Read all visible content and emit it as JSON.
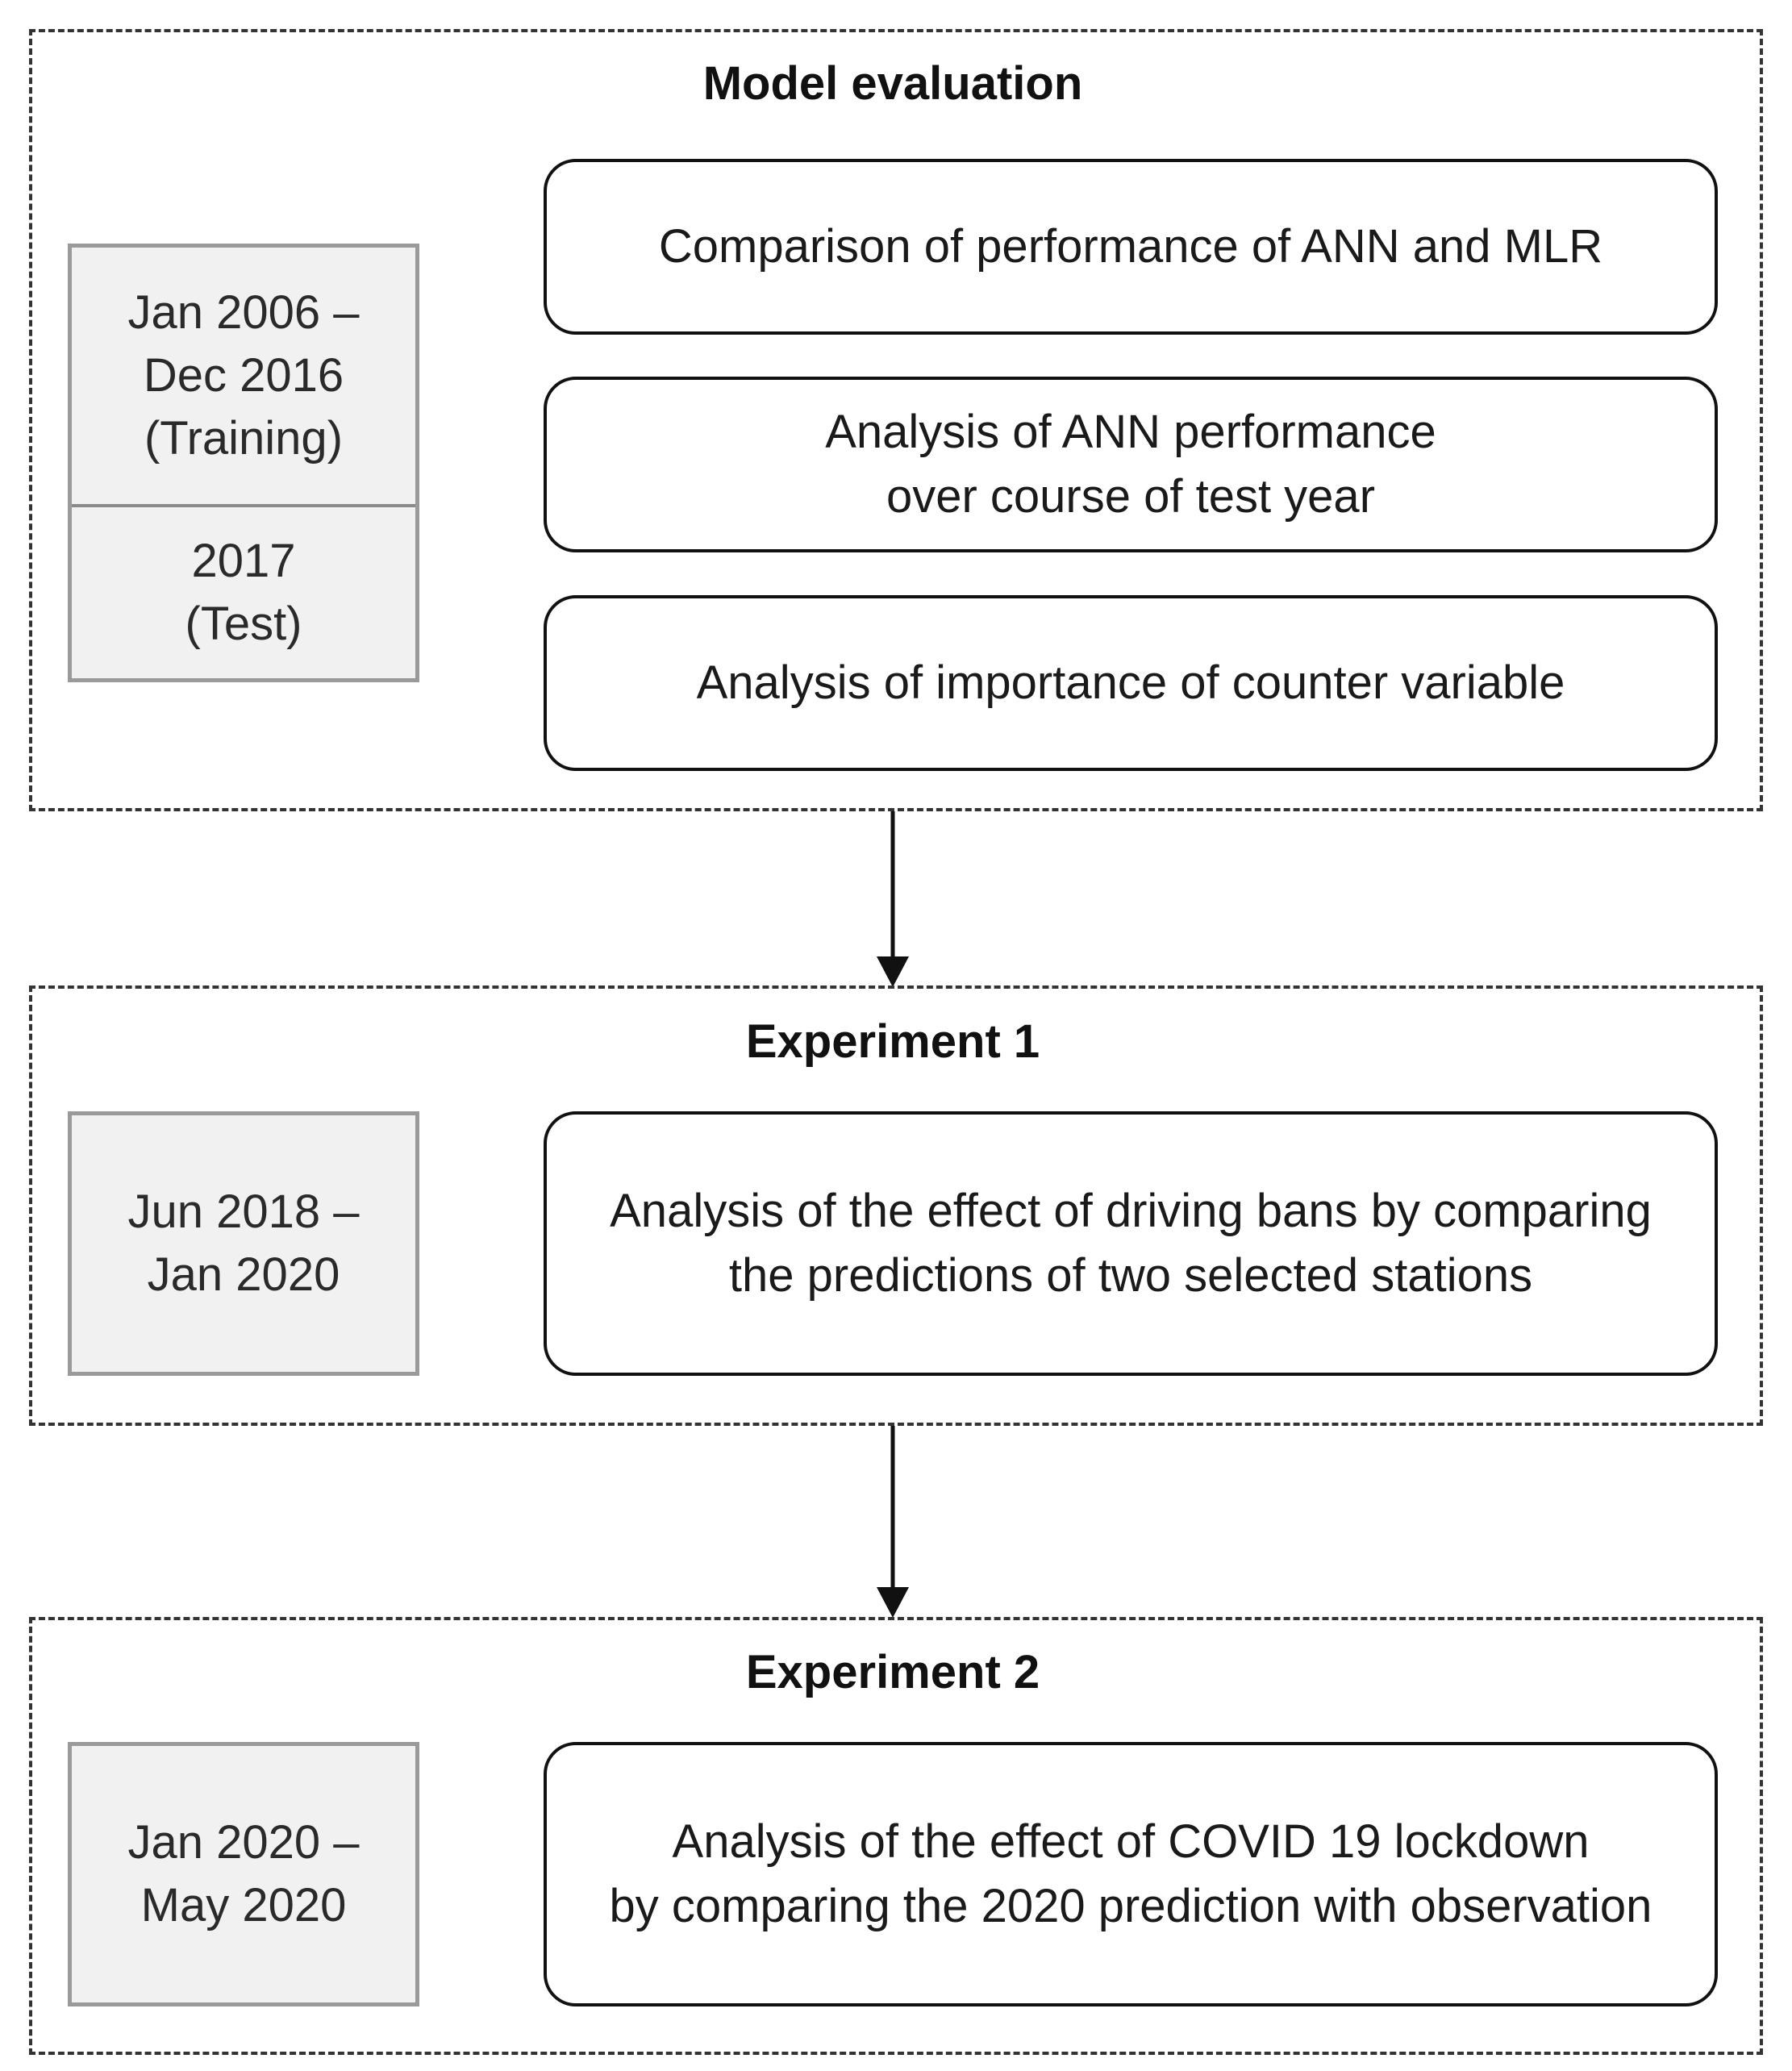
{
  "sections": {
    "model_evaluation": {
      "title": "Model evaluation",
      "period": {
        "training": [
          "Jan 2006 –",
          "Dec 2016",
          "(Training)"
        ],
        "test": [
          "2017",
          "(Test)"
        ]
      },
      "steps": [
        [
          "Comparison of performance of ANN and MLR"
        ],
        [
          "Analysis of ANN performance",
          "over course of test year"
        ],
        [
          "Analysis of importance of counter variable"
        ]
      ]
    },
    "experiment_1": {
      "title": "Experiment 1",
      "period": [
        "Jun 2018 –",
        "Jan 2020"
      ],
      "step": [
        "Analysis of the effect of driving bans by comparing",
        "the predictions of two selected stations"
      ]
    },
    "experiment_2": {
      "title": "Experiment 2",
      "period": [
        "Jan 2020 –",
        "May 2020"
      ],
      "step": [
        "Analysis of the effect of COVID 19 lockdown",
        "by comparing the 2020 prediction with observation"
      ]
    }
  }
}
